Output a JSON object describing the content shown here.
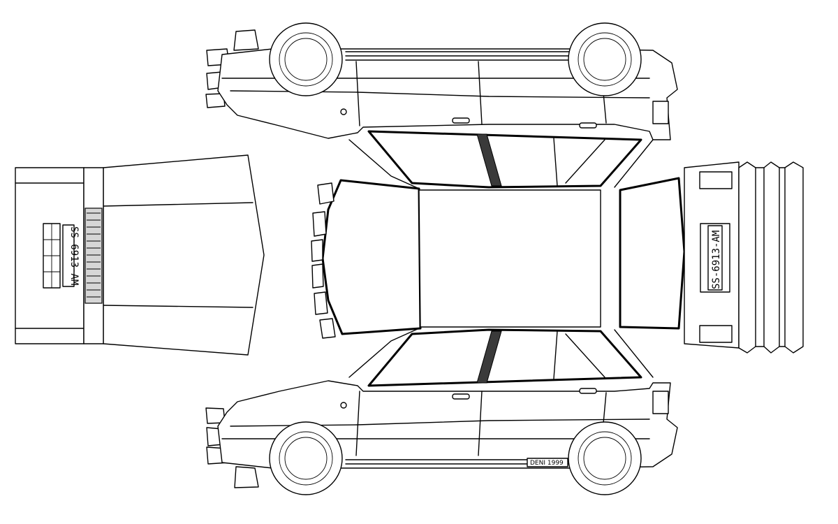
{
  "model": {
    "front_plate": "SS-6913-AM",
    "rear_plate": "SS-6913-AM",
    "signature": "DENI 1999"
  },
  "colors": {
    "line": "#000000",
    "paper": "#ffffff",
    "tint": "#d6d6d6",
    "glass_frame": "#3a3a3a"
  }
}
